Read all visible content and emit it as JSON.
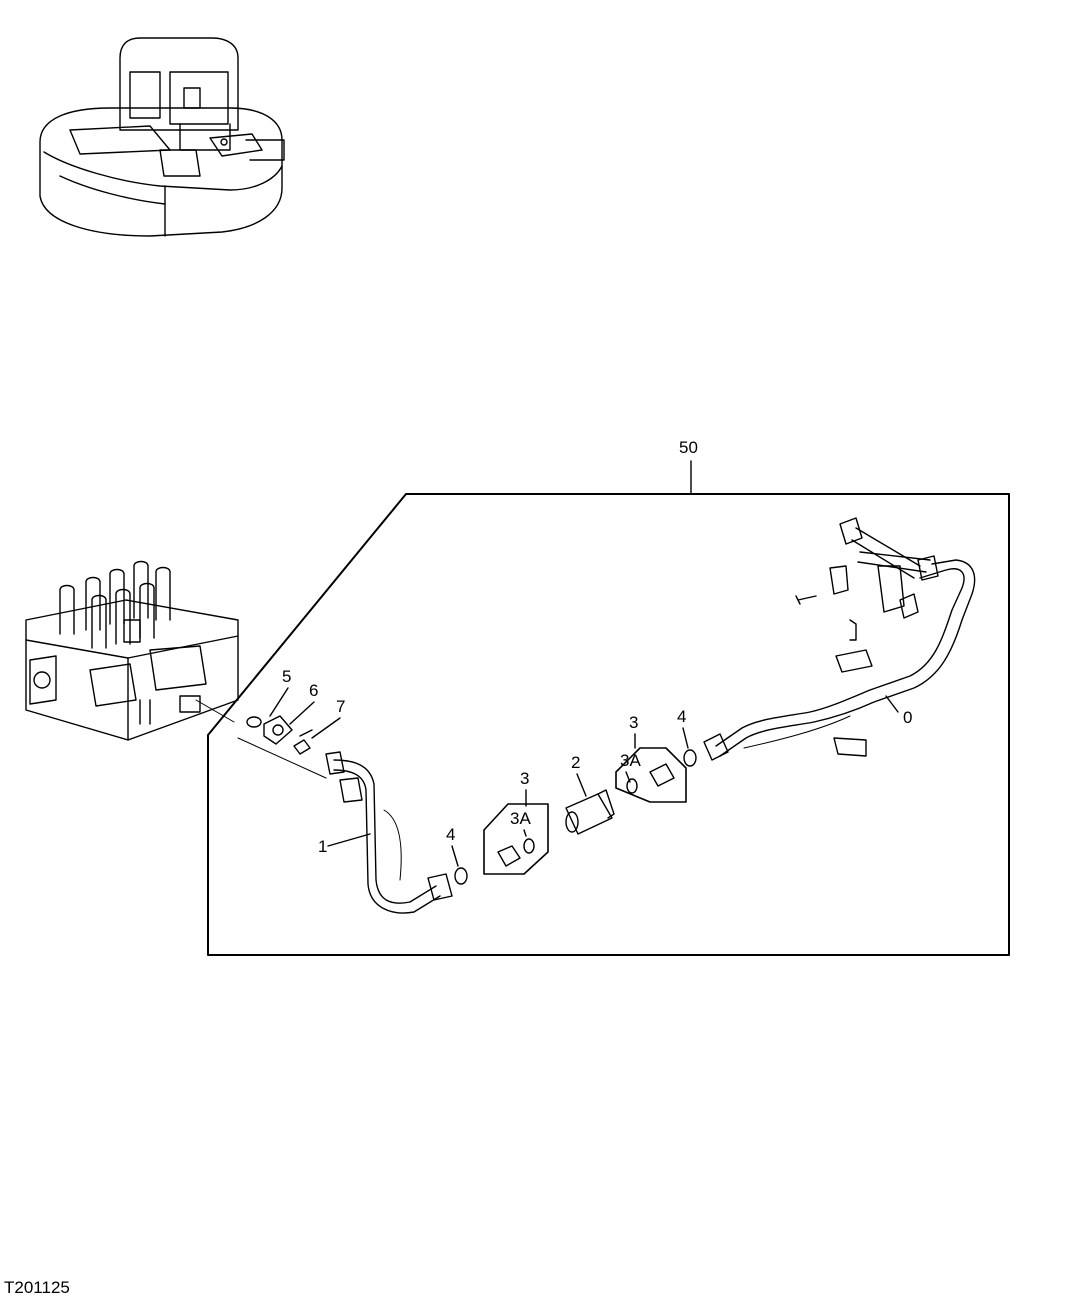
{
  "figure_id": "T201125",
  "callouts": {
    "group": "50",
    "pipe_right": "0",
    "pipe_left": "1",
    "adapter": "2",
    "fitting_set_a": "3",
    "fitting_set_b": "3",
    "fitting_a": "3A",
    "fitting_b": "3A",
    "o_ring_a": "4",
    "o_ring_b": "4",
    "o_ring_flange": "5",
    "flange_half": "6",
    "cap_screw": "7"
  }
}
